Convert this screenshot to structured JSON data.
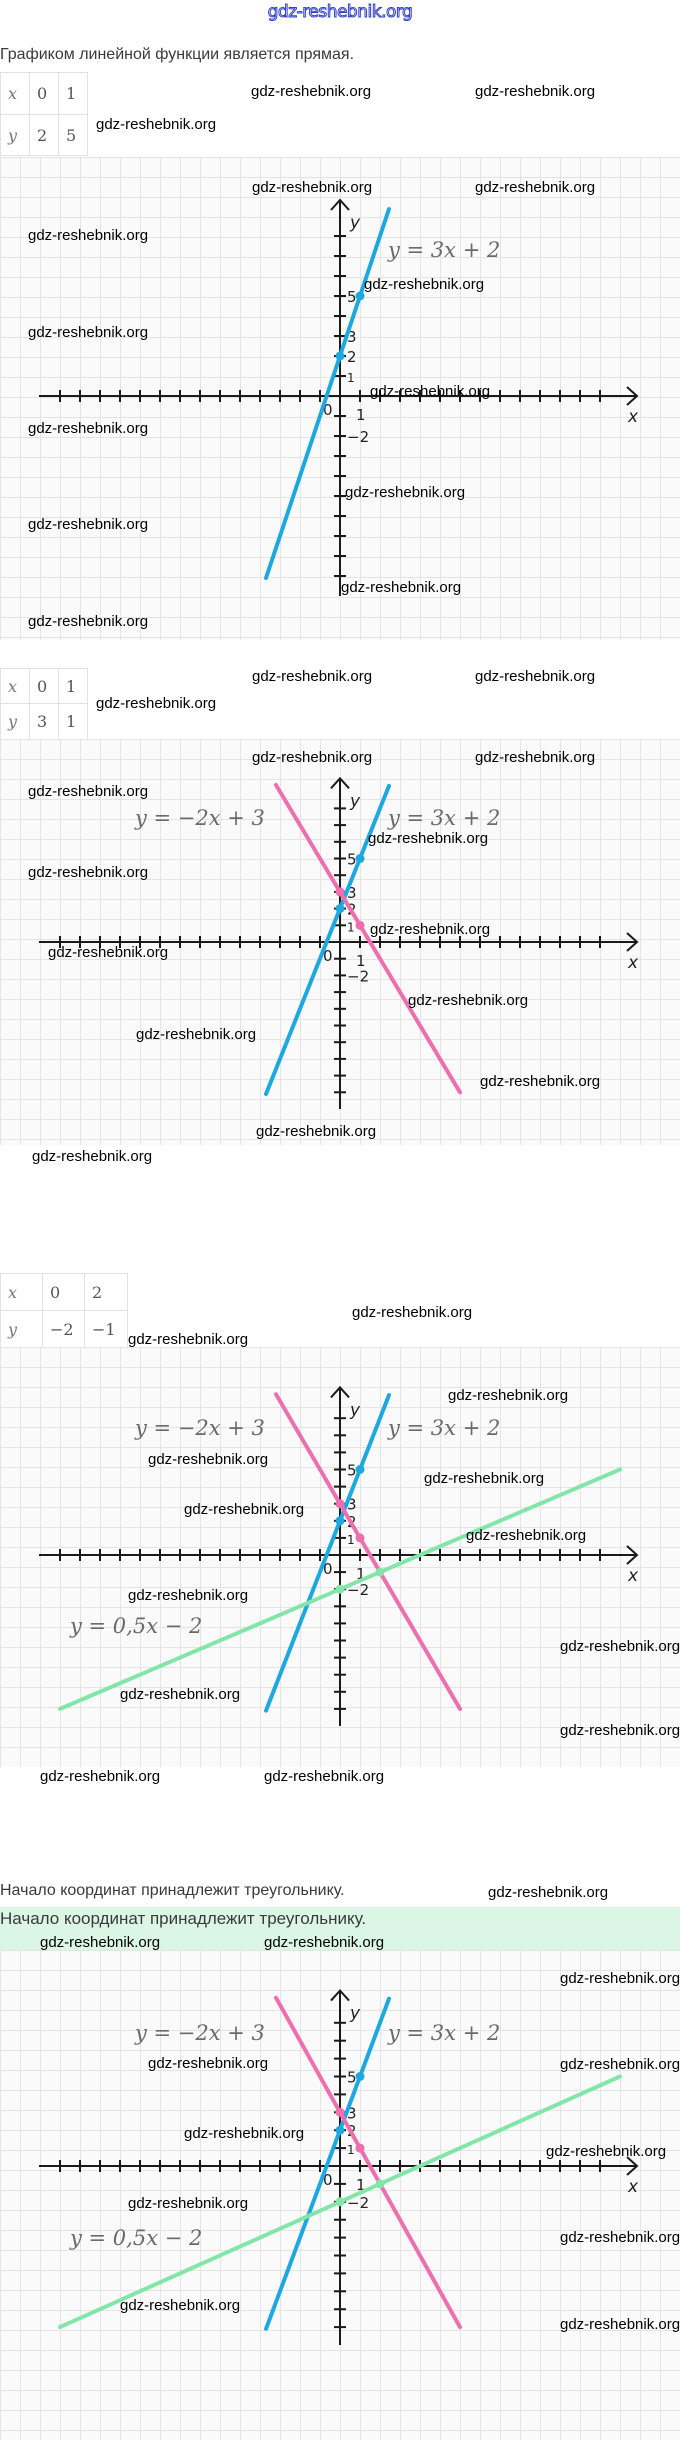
{
  "watermark": "gdz-reshebnik.org",
  "logo": "gdz-reshebnik.org",
  "intro_text": "Графиком линейной функции является прямая.",
  "conclusion_text": "Начало координат принадлежит треугольнику.",
  "conclusion_highlight": "Начало координат принадлежит треугольнику.",
  "tables": [
    {
      "rows": [
        [
          "x",
          "0",
          "1"
        ],
        [
          "y",
          "2",
          "5"
        ]
      ]
    },
    {
      "rows": [
        [
          "x",
          "0",
          "1"
        ],
        [
          "y",
          "3",
          "1"
        ]
      ]
    },
    {
      "rows": [
        [
          "x",
          "0",
          "2"
        ],
        [
          "y",
          "−2",
          "−1"
        ]
      ]
    }
  ],
  "colors": {
    "blue": "#1ea8e0",
    "pink": "#ee6fae",
    "green": "#82e6a8"
  },
  "chart_data": [
    {
      "type": "line",
      "title": "",
      "xlabel": "x",
      "ylabel": "y",
      "origin_label": "0",
      "x_tick_labels": [
        {
          "value": 1,
          "label": "1"
        }
      ],
      "y_tick_labels": [
        {
          "value": 5,
          "label": "5"
        },
        {
          "value": 3,
          "label": "3"
        },
        {
          "value": 2,
          "label": "2"
        },
        {
          "value": 1,
          "label": "1"
        },
        {
          "value": -2,
          "label": "−2"
        }
      ],
      "xlim": [
        -15,
        15
      ],
      "ylim": [
        -10,
        10
      ],
      "grid": true,
      "series": [
        {
          "name": "y = 3x + 2",
          "slope": 3,
          "intercept": 2,
          "x_range": [
            -3.7,
            2.45
          ],
          "color": "#1ea8e0",
          "points": [
            [
              0,
              2
            ],
            [
              1,
              5
            ]
          ]
        }
      ]
    },
    {
      "type": "line",
      "title": "",
      "xlabel": "x",
      "ylabel": "y",
      "origin_label": "0",
      "x_tick_labels": [
        {
          "value": 1,
          "label": "1"
        }
      ],
      "y_tick_labels": [
        {
          "value": 5,
          "label": "5"
        },
        {
          "value": 3,
          "label": "3"
        },
        {
          "value": 2,
          "label": "2"
        },
        {
          "value": 1,
          "label": "1"
        },
        {
          "value": -2,
          "label": "−2"
        }
      ],
      "xlim": [
        -15,
        15
      ],
      "ylim": [
        -10,
        10
      ],
      "grid": true,
      "series": [
        {
          "name": "y = 3x + 2",
          "slope": 3,
          "intercept": 2,
          "x_range": [
            -3.7,
            2.45
          ],
          "color": "#1ea8e0",
          "points": [
            [
              0,
              2
            ],
            [
              1,
              5
            ]
          ]
        },
        {
          "name": "y = −2x + 3",
          "slope": -2,
          "intercept": 3,
          "x_range": [
            -3.2,
            6
          ],
          "color": "#ee6fae",
          "points": [
            [
              0,
              3
            ],
            [
              1,
              1
            ]
          ]
        }
      ]
    },
    {
      "type": "line",
      "title": "",
      "xlabel": "x",
      "ylabel": "y",
      "origin_label": "0",
      "x_tick_labels": [
        {
          "value": 1,
          "label": "1"
        }
      ],
      "y_tick_labels": [
        {
          "value": 5,
          "label": "5"
        },
        {
          "value": 3,
          "label": "3"
        },
        {
          "value": 2,
          "label": "2"
        },
        {
          "value": 1,
          "label": "1"
        },
        {
          "value": -2,
          "label": "−2"
        }
      ],
      "xlim": [
        -15,
        15
      ],
      "ylim": [
        -10,
        10
      ],
      "grid": true,
      "series": [
        {
          "name": "y = 3x + 2",
          "slope": 3,
          "intercept": 2,
          "x_range": [
            -3.7,
            2.45
          ],
          "color": "#1ea8e0",
          "points": [
            [
              0,
              2
            ],
            [
              1,
              5
            ]
          ]
        },
        {
          "name": "y = −2x + 3",
          "slope": -2,
          "intercept": 3,
          "x_range": [
            -3.2,
            6
          ],
          "color": "#ee6fae",
          "points": [
            [
              0,
              3
            ],
            [
              1,
              1
            ]
          ]
        },
        {
          "name": "y = 0,5x − 2",
          "slope": 0.5,
          "intercept": -2,
          "x_range": [
            -14,
            14
          ],
          "color": "#82e6a8",
          "points": [
            [
              0,
              -2
            ],
            [
              2,
              -1
            ]
          ]
        }
      ]
    },
    {
      "type": "line",
      "title": "",
      "xlabel": "x",
      "ylabel": "y",
      "origin_label": "0",
      "x_tick_labels": [
        {
          "value": 1,
          "label": "1"
        }
      ],
      "y_tick_labels": [
        {
          "value": 5,
          "label": "5"
        },
        {
          "value": 3,
          "label": "3"
        },
        {
          "value": 2,
          "label": "2"
        },
        {
          "value": 1,
          "label": "1"
        },
        {
          "value": -2,
          "label": "−2"
        }
      ],
      "xlim": [
        -15,
        15
      ],
      "ylim": [
        -10,
        10
      ],
      "grid": true,
      "series": [
        {
          "name": "y = 3x + 2",
          "slope": 3,
          "intercept": 2,
          "x_range": [
            -3.7,
            2.45
          ],
          "color": "#1ea8e0",
          "points": [
            [
              0,
              2
            ],
            [
              1,
              5
            ]
          ]
        },
        {
          "name": "y = −2x + 3",
          "slope": -2,
          "intercept": 3,
          "x_range": [
            -3.2,
            6
          ],
          "color": "#ee6fae",
          "points": [
            [
              0,
              3
            ],
            [
              1,
              1
            ]
          ]
        },
        {
          "name": "y = 0,5x − 2",
          "slope": 0.5,
          "intercept": -2,
          "x_range": [
            -14,
            14
          ],
          "color": "#82e6a8",
          "points": [
            [
              0,
              -2
            ],
            [
              2,
              -1
            ]
          ]
        }
      ]
    }
  ]
}
